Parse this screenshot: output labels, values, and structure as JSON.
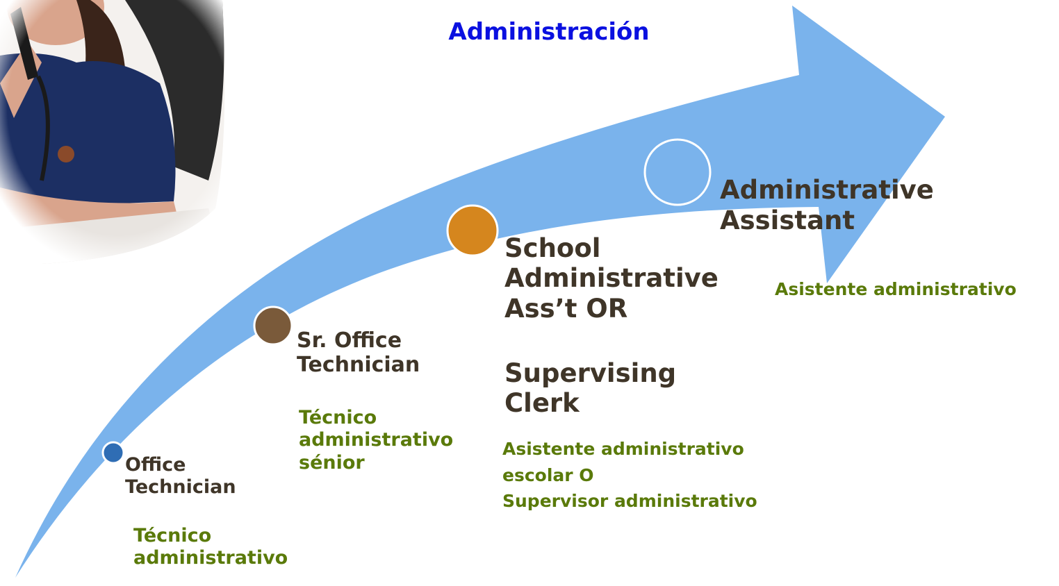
{
  "title": "Administración",
  "colors": {
    "arrow": "#7ab3ec",
    "title": "#0a10e0",
    "english_text": "#3f3528",
    "spanish_text": "#5a7a0a",
    "dot_1": "#2f6db4",
    "dot_2": "#7a5a3a",
    "dot_3": "#d5861e",
    "dot_4": "#7ab3ec"
  },
  "photo": {
    "description": "woman-on-phone-photo"
  },
  "steps": [
    {
      "en_lines": [
        "Office",
        "Technician"
      ],
      "es_lines": [
        "Técnico",
        "administrativo"
      ]
    },
    {
      "en_lines": [
        "Sr. Office",
        "Technician"
      ],
      "es_lines": [
        "Técnico",
        "administrativo",
        "sénior"
      ]
    },
    {
      "en_lines": [
        "School",
        "Administrative",
        "Ass’t  OR"
      ],
      "en_lines_b": [
        "Supervising",
        "Clerk"
      ],
      "es_lines": [
        "Asistente administrativo",
        "escolar O",
        "Supervisor administrativo"
      ]
    },
    {
      "en_lines": [
        "Administrative",
        "Assistant"
      ],
      "es_lines": [
        "Asistente administrativo"
      ]
    }
  ]
}
